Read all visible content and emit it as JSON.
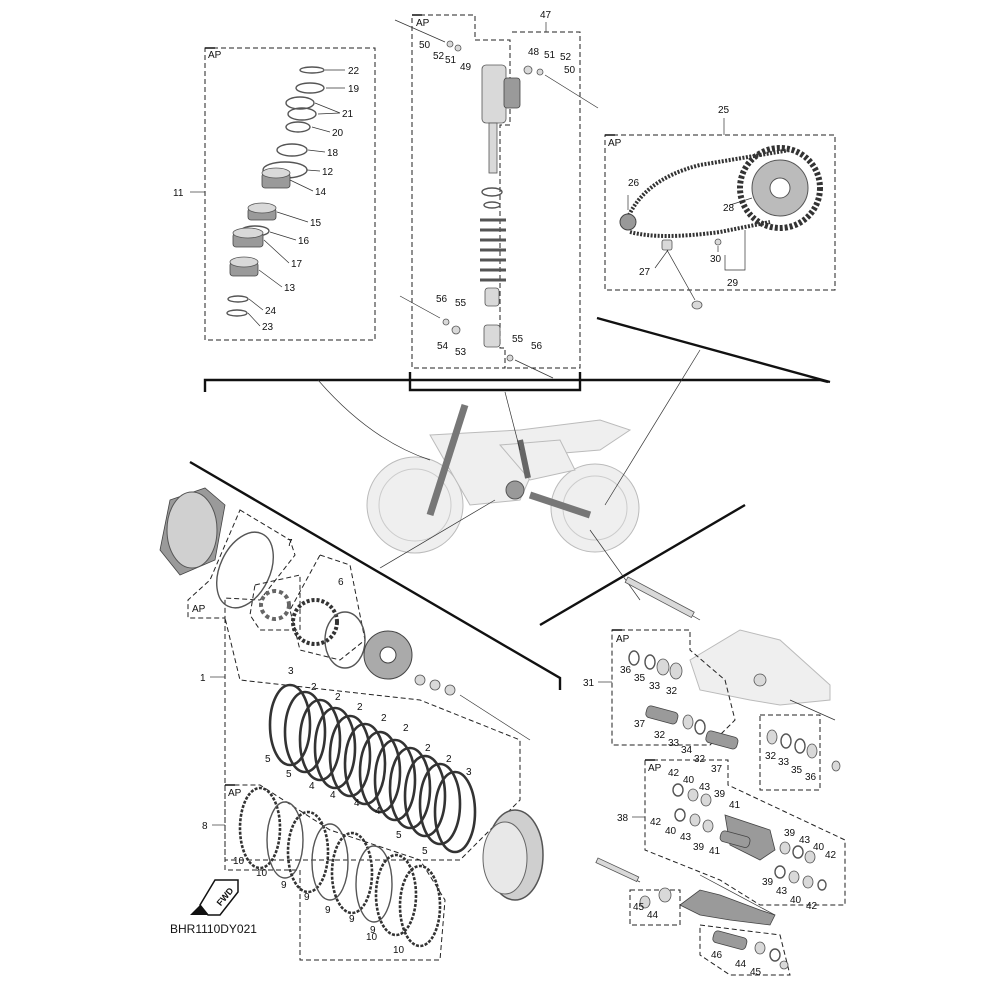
{
  "diagram": {
    "code": "BHR1110DY021",
    "fwd_label": "FWD",
    "ap_label": "AP",
    "callouts": {
      "n1": "1",
      "n2": "2",
      "n3": "3",
      "n4": "4",
      "n5": "5",
      "n6": "6",
      "n7": "7",
      "n8": "8",
      "n9": "9",
      "n10": "10",
      "n11": "11",
      "n12": "12",
      "n13": "13",
      "n14": "14",
      "n15": "15",
      "n16": "16",
      "n17": "17",
      "n18": "18",
      "n19": "19",
      "n20": "20",
      "n21": "21",
      "n22": "22",
      "n23": "23",
      "n24": "24",
      "n25": "25",
      "n26": "26",
      "n27": "27",
      "n28": "28",
      "n29": "29",
      "n30": "30",
      "n31": "31",
      "n32": "32",
      "n33": "33",
      "n34": "34",
      "n35": "35",
      "n36": "36",
      "n37": "37",
      "n38": "38",
      "n39": "39",
      "n40": "40",
      "n41": "41",
      "n42": "42",
      "n43": "43",
      "n44": "44",
      "n45": "45",
      "n46": "46",
      "n47": "47",
      "n48": "48",
      "n49": "49",
      "n50": "50",
      "n51": "51",
      "n52": "52",
      "n53": "53",
      "n54": "54",
      "n55": "55",
      "n56": "56"
    }
  }
}
